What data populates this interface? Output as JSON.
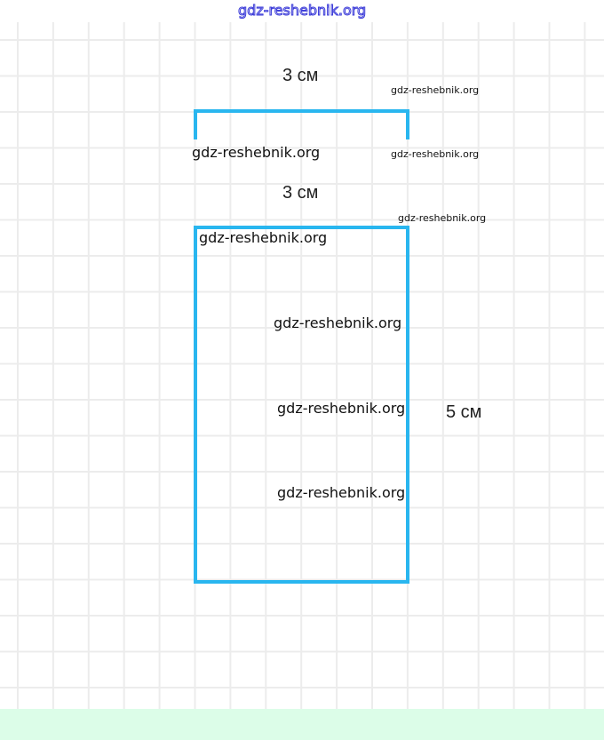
{
  "colors": {
    "figure": "#29b6ef",
    "grid": "#ececec",
    "band": "#dcfde8",
    "header_watermark": "#3a3ad8"
  },
  "header_watermark": "gdz-reshebnik.org",
  "segment": {
    "length_label": "3 см"
  },
  "rectangle": {
    "width_label": "3 см",
    "height_label": "5 см"
  },
  "watermarks": [
    "gdz-reshebnik.org",
    "gdz-reshebnik.org",
    "gdz-reshebnik.org",
    "gdz-reshebnik.org",
    "gdz-reshebnik.org",
    "gdz-reshebnik.org",
    "gdz-reshebnik.org",
    "gdz-reshebnik.org"
  ]
}
